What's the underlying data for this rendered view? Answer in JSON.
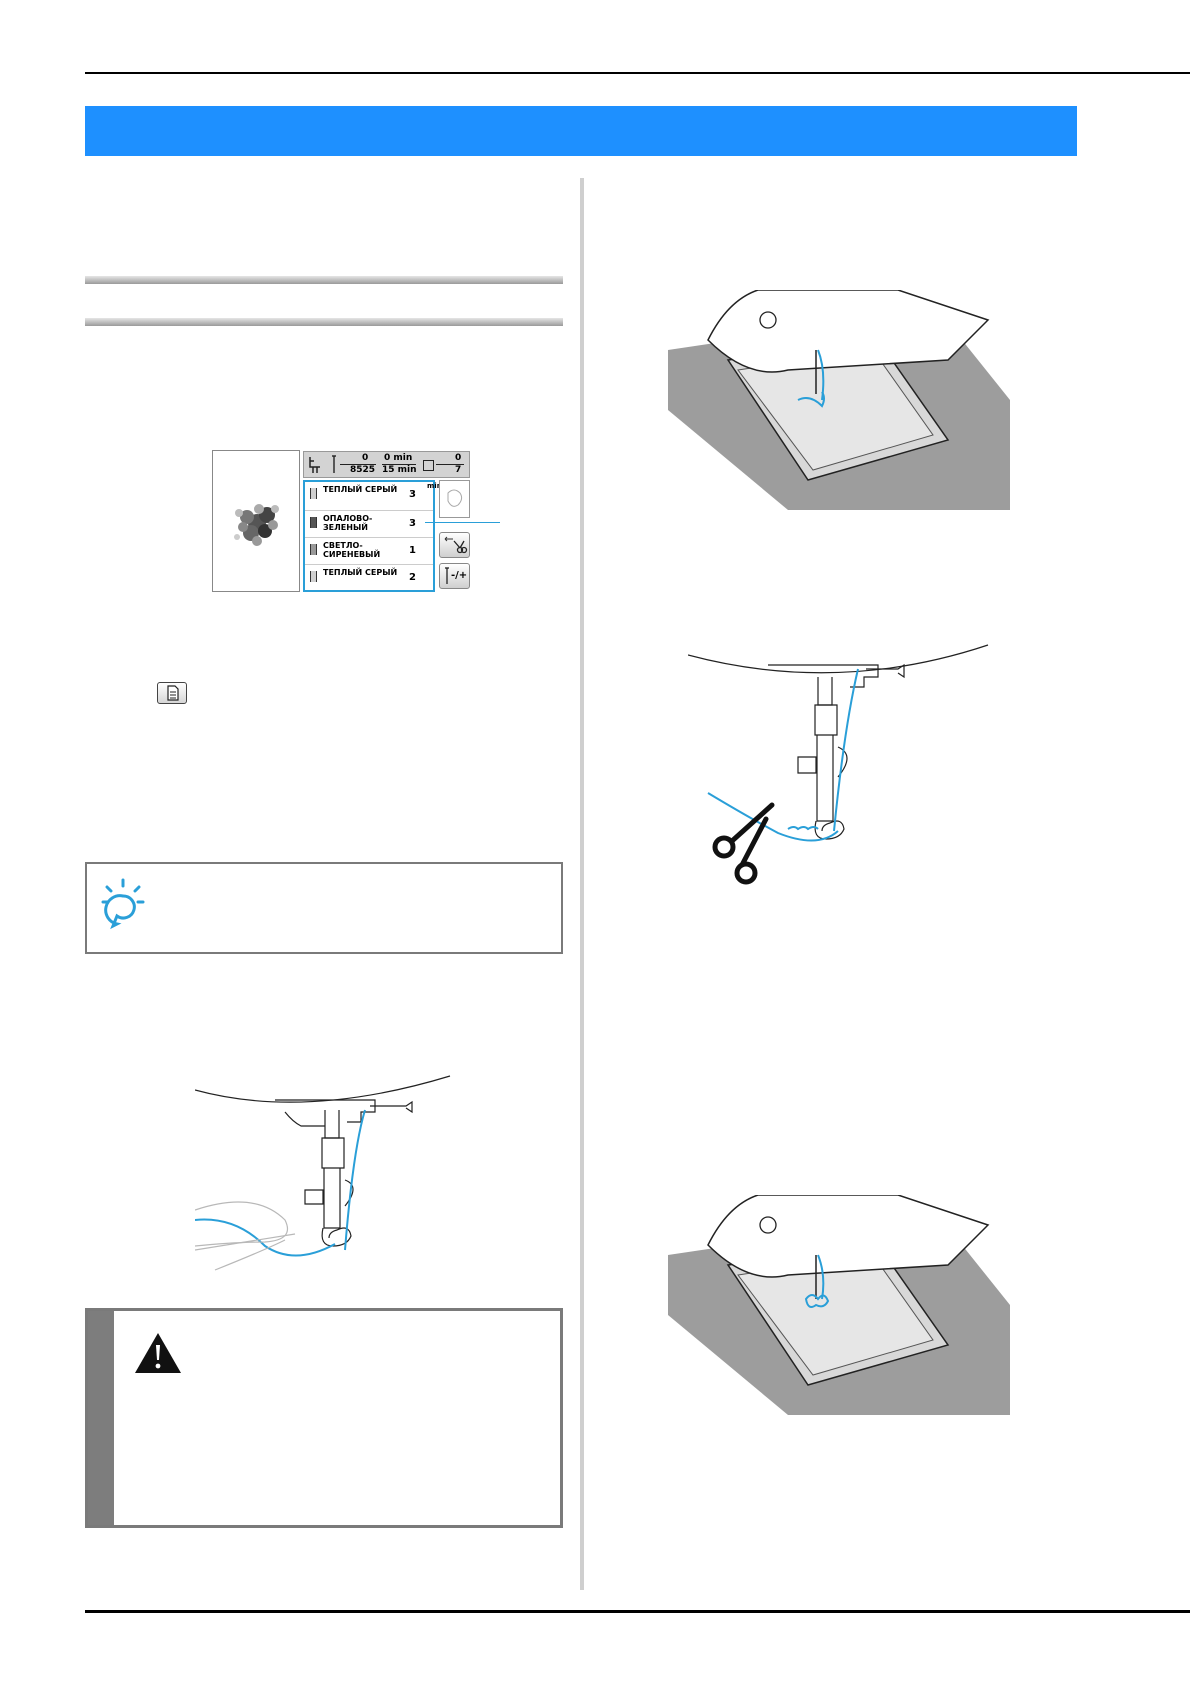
{
  "lcd_screen": {
    "counter_top_left": "0",
    "counter_bottom_left": "8525",
    "time_top": "0 min",
    "time_bottom": "15 min",
    "color_count_top": "0",
    "color_count_bottom": "7",
    "mini_label": "min",
    "thread_list": [
      {
        "name": "ТЕПЛЫЙ СЕРЫЙ",
        "count": "3"
      },
      {
        "name": "ОПАЛОВО-ЗЕЛЕНЫЙ",
        "count": "3"
      },
      {
        "name": "СВЕТЛО-СИРЕНЕВЫЙ",
        "count": "1"
      },
      {
        "name": "ТЕПЛЫЙ СЕРЫЙ",
        "count": "2"
      }
    ],
    "scissors_icon": "scissors-icon",
    "needle_button_label": "-/+"
  },
  "icons": {
    "note": "lightbulb-note-icon",
    "warning": "warning-triangle-icon",
    "document": "document-icon",
    "scissors": "scissors-icon"
  },
  "colors": {
    "accent_blue": "#1e90ff",
    "thread_blue": "#2a9fd8",
    "panel_grey": "#d3d3d3"
  }
}
